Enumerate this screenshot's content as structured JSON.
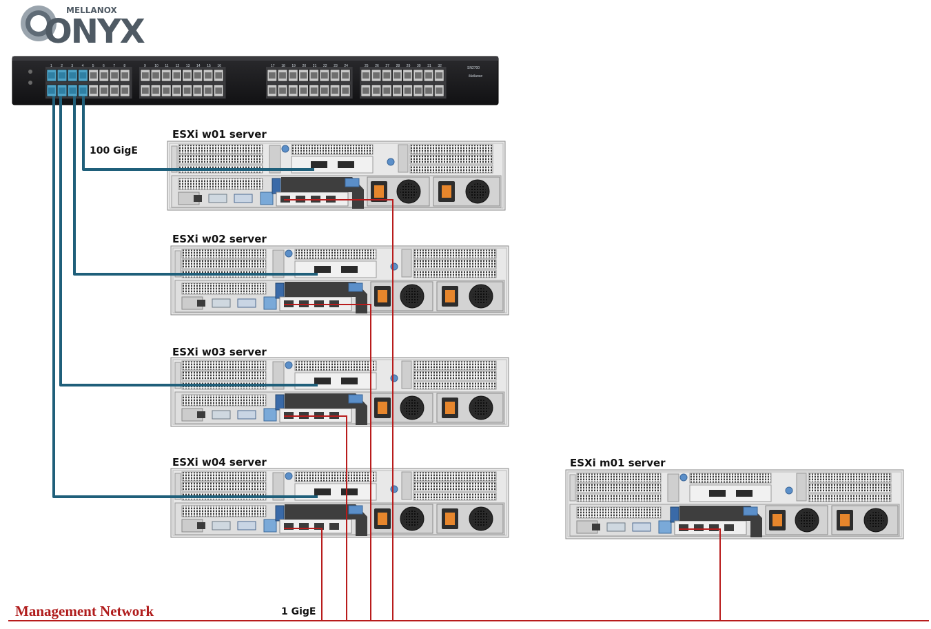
{
  "logo": {
    "brand": "MELLANOX",
    "product": "ONYX"
  },
  "switch": {
    "model": "SN2700",
    "vendor": "Mellanox",
    "port_numbers_group1": [
      "1",
      "2",
      "3",
      "4",
      "5",
      "6",
      "7",
      "8"
    ],
    "port_numbers_group2": [
      "9",
      "10",
      "11",
      "12",
      "13",
      "14",
      "15",
      "16"
    ],
    "port_numbers_group3": [
      "17",
      "18",
      "19",
      "20",
      "21",
      "22",
      "23",
      "24"
    ],
    "port_numbers_group4": [
      "25",
      "26",
      "27",
      "28",
      "29",
      "30",
      "31",
      "32"
    ]
  },
  "labels": {
    "data_link_speed": "100 GigE",
    "mgmt_link_speed": "1 GigE",
    "management_network": "Management Network"
  },
  "servers": [
    {
      "id": "w01",
      "label": "ESXi w01 server"
    },
    {
      "id": "w02",
      "label": "ESXi w02 server"
    },
    {
      "id": "w03",
      "label": "ESXi w03 server"
    },
    {
      "id": "w04",
      "label": "ESXi w04 server"
    },
    {
      "id": "m01",
      "label": "ESXi m01 server"
    }
  ],
  "colors": {
    "data_cable": "#1f5f7a",
    "mgmt_cable": "#b81c1c",
    "mgmt_label": "#b01c1c",
    "switch_body": "#1b1b1d",
    "port_highlight": "#4fa3c7",
    "server_chassis": "#e6e6e6"
  }
}
